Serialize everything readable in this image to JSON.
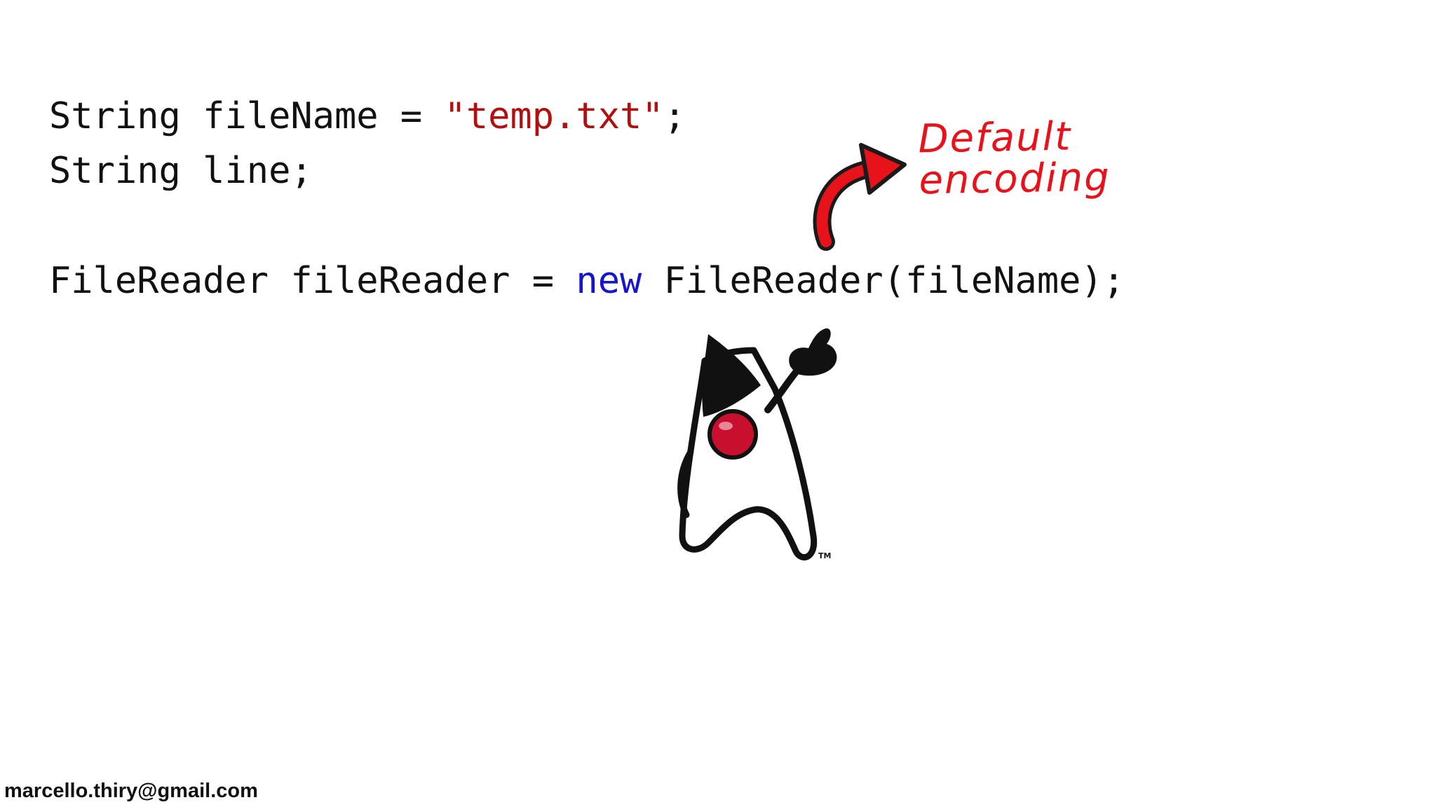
{
  "code": {
    "line1": {
      "type": "String",
      "var": "fileName",
      "eq": "=",
      "value": "\"temp.txt\"",
      "end": ";"
    },
    "line2": {
      "text": "String line;"
    },
    "line3": {
      "decl": "FileReader fileReader",
      "eq": "=",
      "keyword": "new",
      "call": "FileReader(fileName);"
    }
  },
  "annotation": {
    "line1": "Default",
    "line2": "encoding",
    "color": "#e8121b"
  },
  "mascot": {
    "icon": "java-duke-mascot",
    "trademark": "TM"
  },
  "footer": {
    "email": "marcello.thiry@gmail.com"
  }
}
